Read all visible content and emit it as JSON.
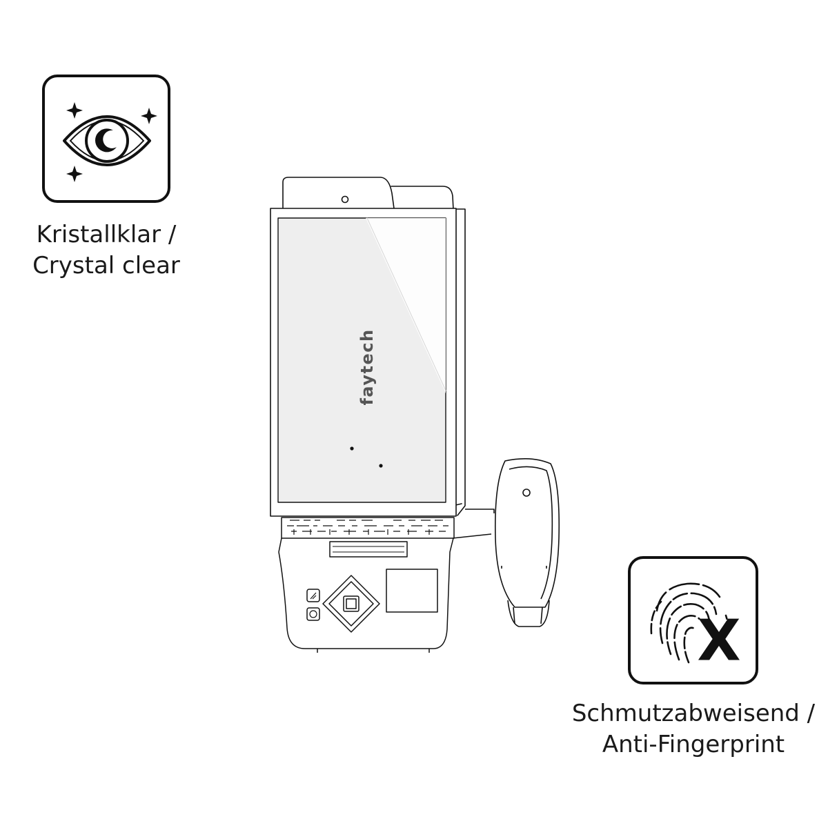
{
  "features": [
    {
      "icon": "sparkling-eye-icon",
      "line1": "Kristallklar /",
      "line2": "Crystal clear"
    },
    {
      "icon": "fingerprint-x-icon",
      "line1": "Schmutzabweisend /",
      "line2": "Anti-Fingerprint",
      "badge_glyph": "X"
    }
  ],
  "product": {
    "brand": "faytech"
  },
  "colors": {
    "line": "#111111",
    "screen": "#eeeeee",
    "background": "#ffffff"
  }
}
